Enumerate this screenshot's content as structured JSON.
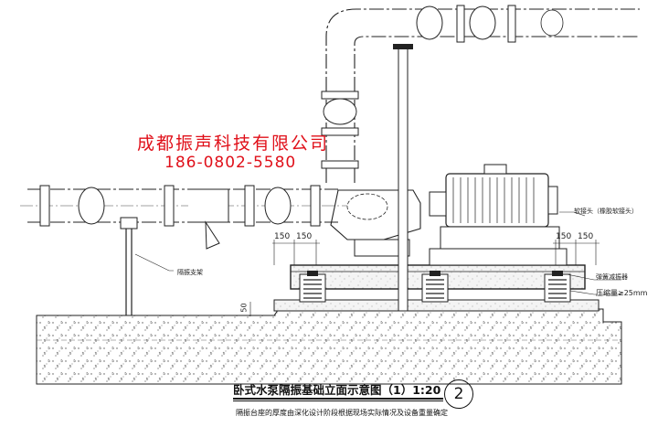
{
  "watermark": {
    "company": "成都振声科技有限公司",
    "phone": "186-0802-5580",
    "color": "#e0101a"
  },
  "title": "卧式水泵隔振基础立面示意图（1）1:20",
  "title_number": "2",
  "note": "隔振台座的厚度由深化设计阶段根据现场实际情况及设备重量确定",
  "labels": {
    "support": "隔振支架",
    "outlet_flex": "软接头（橡胶软接头）",
    "isolator": "弹簧减振器",
    "deflection": "压缩量≥25mm"
  },
  "dimensions": {
    "left_a": "150",
    "left_b": "150",
    "right_a": "150",
    "right_b": "150",
    "curb": "50"
  }
}
